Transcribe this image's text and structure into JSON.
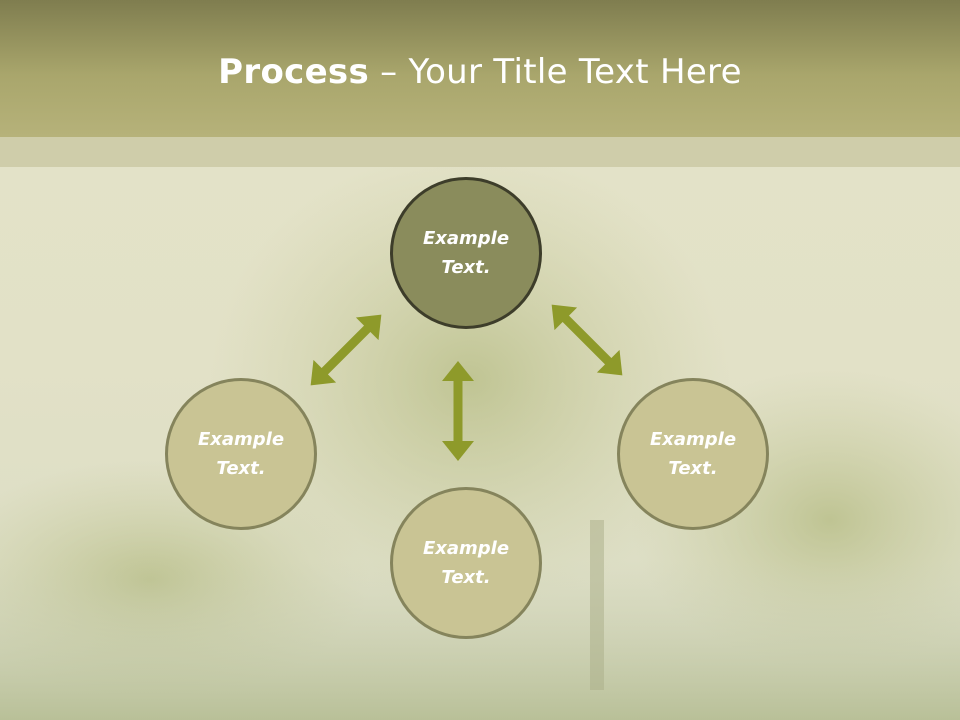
{
  "header": {
    "title_bold": "Process",
    "title_rest": " – Your Title Text Here"
  },
  "nodes": [
    {
      "id": "top",
      "label": "Example Text."
    },
    {
      "id": "left",
      "label": "Example Text."
    },
    {
      "id": "right",
      "label": "Example Text."
    },
    {
      "id": "bottom",
      "label": "Example Text."
    }
  ],
  "colors": {
    "header": "#a9a66c",
    "center_node": "#8a8c5c",
    "outer_node": "#c9c494",
    "arrow": "#8e9a2a"
  }
}
